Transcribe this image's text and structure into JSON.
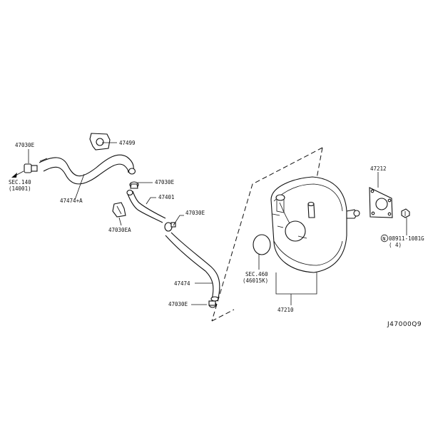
{
  "labels": {
    "p47030e_top": "47030E",
    "sec140_line1": "SEC.140",
    "sec140_line2": "(14001)",
    "p47474a": "47474+A",
    "p47499": "47499",
    "p47030e_mid": "47030E",
    "p47401": "47401",
    "p47030e_right": "47030E",
    "p47030ea": "47030EA",
    "p47474": "47474",
    "p47030e_bottom": "47030E",
    "p47212": "47212",
    "bolt_n": "N",
    "bolt_part": "08911-1081G",
    "bolt_qty": "( 4)",
    "sec460_line1": "SEC.460",
    "sec460_line2": "(46015K)",
    "p47210": "47210",
    "diagram_code": "J47000Q9"
  }
}
